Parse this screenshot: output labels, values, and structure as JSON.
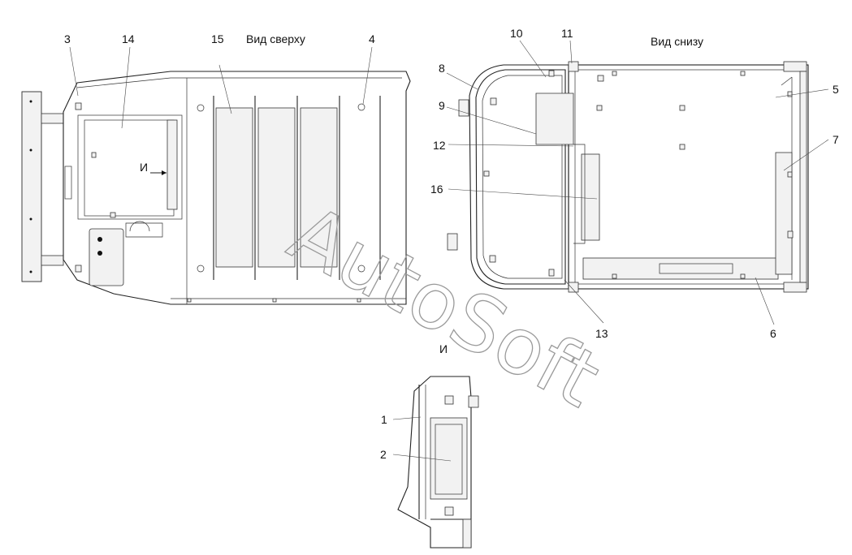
{
  "views": {
    "top_label": "Вид сверху",
    "bottom_label": "Вид снизу",
    "detail_label": "И",
    "arrow_label": "И"
  },
  "callouts": [
    "1",
    "2",
    "3",
    "4",
    "5",
    "6",
    "7",
    "8",
    "9",
    "10",
    "11",
    "12",
    "13",
    "14",
    "15",
    "16"
  ],
  "watermark": "AutoSoft"
}
